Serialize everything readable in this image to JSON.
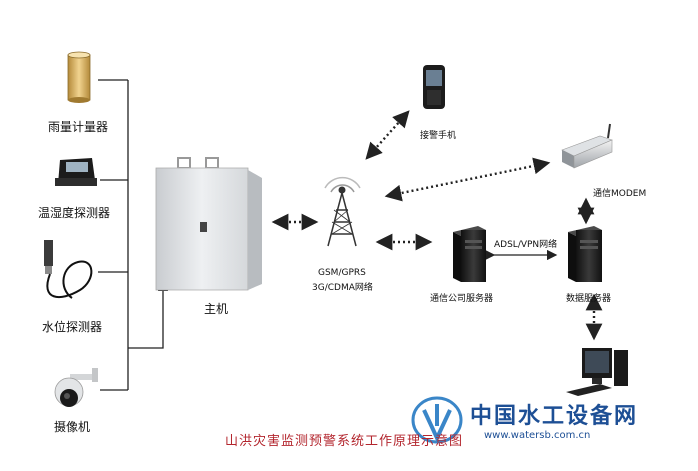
{
  "sensors": {
    "rain_gauge": "雨量计量器",
    "temp_humidity": "温湿度探测器",
    "water_level": "水位探测器",
    "camera": "摄像机"
  },
  "host": "主机",
  "network": {
    "line1": "GSM/GPRS",
    "line2": "3G/CDMA网络"
  },
  "alarm_phone": "接警手机",
  "modem": "通信MODEM",
  "comm_server": "通信公司服务器",
  "adsl_label": "ADSL/VPN网络",
  "data_server": "数据服务器",
  "caption": "山洪灾害监测预警系统工作原理示意图",
  "watermark": {
    "brand": "中国水工设备网",
    "url": "www.watersb.com.cn"
  },
  "colors": {
    "caption": "#b3262e",
    "brand": "#1d4f95",
    "line": "#222222"
  }
}
